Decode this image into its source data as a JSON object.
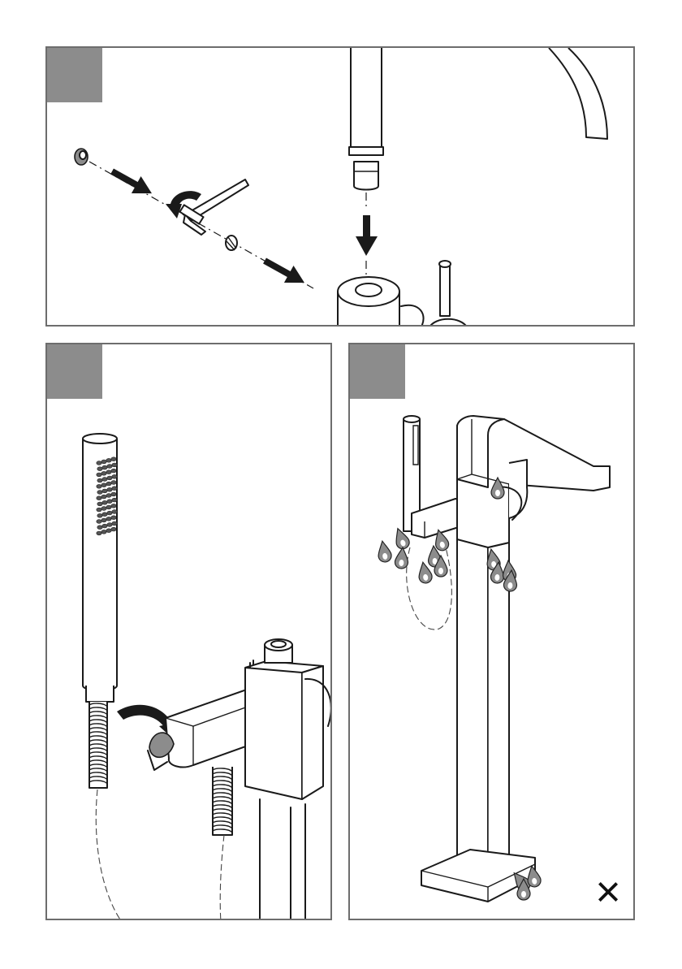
{
  "steps": [
    {
      "number": "",
      "illustration": "spout-assembly"
    },
    {
      "number": "",
      "illustration": "hand-shower-holder"
    },
    {
      "number": "",
      "illustration": "leak-check"
    }
  ],
  "result_mark": "×",
  "colors": {
    "panel_border": "#6d6d6d",
    "step_tab": "#8c8c8c",
    "line": "#1a1a1a",
    "drop": "#8c8c8c"
  }
}
